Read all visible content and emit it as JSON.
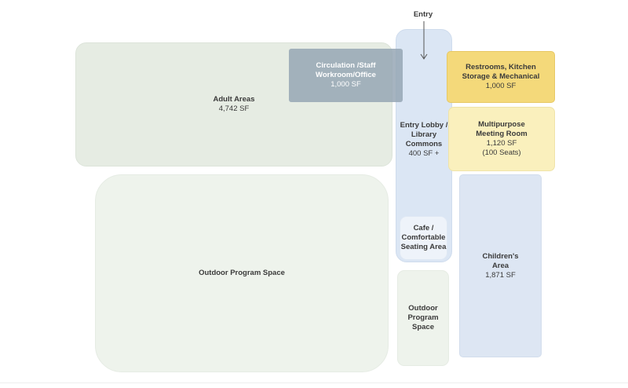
{
  "entry": {
    "label": "Entry",
    "arrow_icon": "arrow-down-icon"
  },
  "rooms": {
    "adult": {
      "name": "Adult Areas",
      "area": "4,742 SF"
    },
    "outdoor_large": {
      "name": "Outdoor Program Space"
    },
    "lobby": {
      "name_lines": [
        "Entry Lobby /",
        "Library",
        "Commons"
      ],
      "area": "400 SF +"
    },
    "circulation": {
      "name_lines": [
        "Circulation /Staff",
        "Workroom/Office"
      ],
      "area": "1,000 SF"
    },
    "restrooms": {
      "name_lines": [
        "Restrooms, Kitchen",
        "Storage & Mechanical"
      ],
      "area": "1,000 SF"
    },
    "multipurpose": {
      "name_lines": [
        "Multipurpose",
        "Meeting Room"
      ],
      "area": "1,120 SF",
      "seats": "(100 Seats)"
    },
    "cafe": {
      "name_lines": [
        "Cafe /",
        "Comfortable",
        "Seating Area"
      ]
    },
    "outdoor_small": {
      "name_lines": [
        "Outdoor",
        "Program",
        "Space"
      ]
    },
    "childrens": {
      "name_lines": [
        "Children's",
        "Area"
      ],
      "area": "1,871 SF"
    }
  },
  "colors": {
    "adult": "#e6ece3",
    "outdoor": "#eef3ec",
    "lobby": "#dbe6f4",
    "circulation": "#92a3b2",
    "restrooms": "#f4d97a",
    "multipurpose": "#faf0bd",
    "childrens": "#dde6f3"
  }
}
